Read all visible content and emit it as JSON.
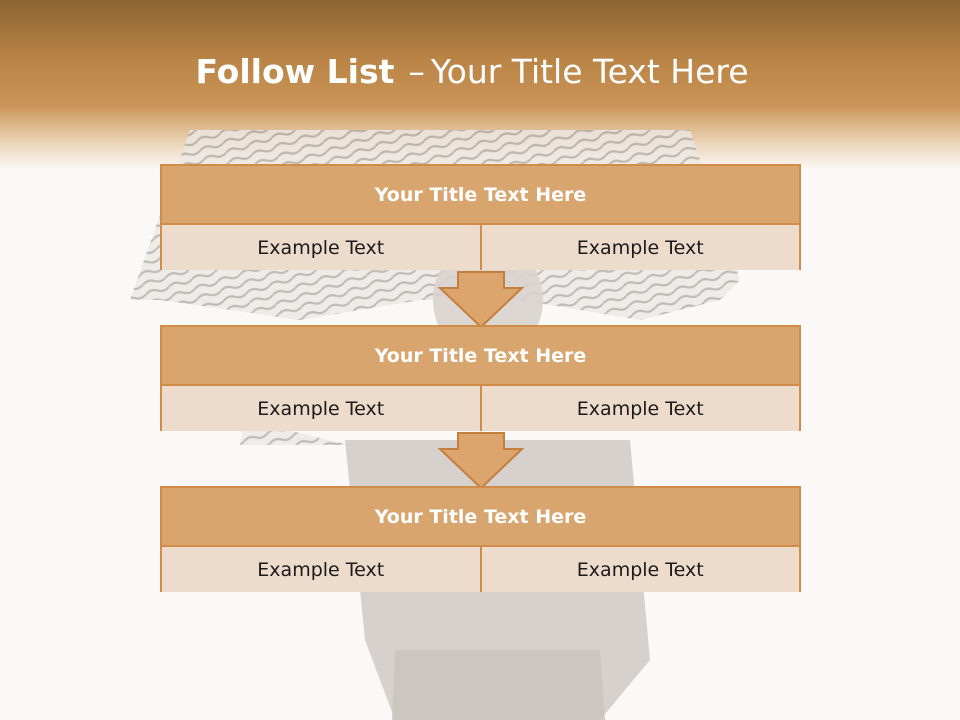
{
  "slide": {
    "title_bold": "Follow List",
    "title_dash": "–",
    "title_rest": "Your Title Text Here"
  },
  "boxes": [
    {
      "title": "Your Title Text Here",
      "left": "Example Text",
      "right": "Example Text"
    },
    {
      "title": "Your Title Text Here",
      "left": "Example Text",
      "right": "Example Text"
    },
    {
      "title": "Your Title Text Here",
      "left": "Example Text",
      "right": "Example Text"
    }
  ],
  "colors": {
    "header_top": "#8d6434",
    "header_mid": "#cb9458",
    "box_border": "#d08c48",
    "box_header": "#d8a56f",
    "box_cell": "#eddbcb",
    "arrow_fill": "#dda56e"
  }
}
